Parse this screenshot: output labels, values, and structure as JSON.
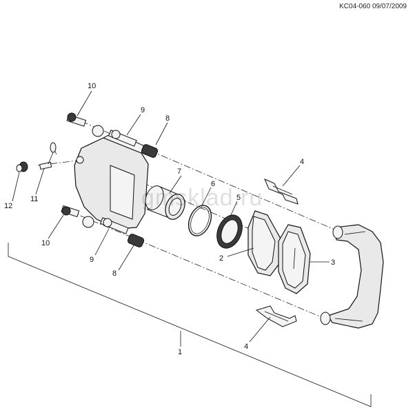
{
  "header": {
    "code": "KC04-060 09/07/2009"
  },
  "watermark": "gmsklad.ru",
  "callouts": {
    "c1": "1",
    "c2": "2",
    "c3": "3",
    "c4a": "4",
    "c4b": "4",
    "c5": "5",
    "c6": "6",
    "c7": "7",
    "c8a": "8",
    "c8b": "8",
    "c9a": "9",
    "c9b": "9",
    "c10a": "10",
    "c10b": "10",
    "c11": "11",
    "c12": "12"
  }
}
